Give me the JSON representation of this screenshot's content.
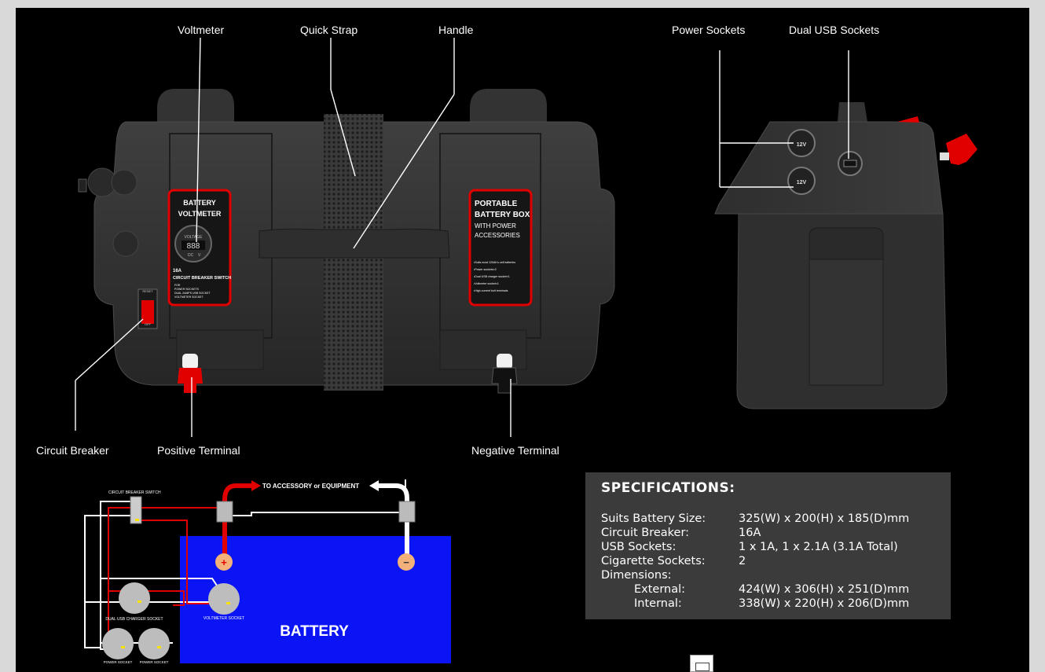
{
  "callouts": {
    "voltmeter": "Voltmeter",
    "quick_strap": "Quick Strap",
    "handle": "Handle",
    "power_sockets": "Power Sockets",
    "dual_usb_sockets": "Dual USB Sockets",
    "circuit_breaker": "Circuit Breaker",
    "positive_terminal": "Positive Terminal",
    "negative_terminal": "Negative Terminal"
  },
  "left_panel": {
    "line1": "BATTERY",
    "line2": "VOLTMETER",
    "meter_top": "VOLTAGE",
    "meter_digits": "888",
    "meter_dc": "DC",
    "meter_v": "V",
    "amp": "16A",
    "cb": "CIRCUIT BREAKER SWITCH",
    "s1": "FOR",
    "s2": "POWER SOCKETS",
    "s3": "DUAL 2AMPS USB SOCKET",
    "s4": "VOLTMETER SOCKET",
    "reset": "RESET",
    "off": "OFF"
  },
  "right_panel": {
    "line1": "PORTABLE",
    "line2": "BATTERY BOX",
    "line3": "WITH POWER",
    "line4": "ACCESSORIES",
    "b1": "•Suits most 120Ah's cell batteries",
    "b2": "•Power sockets×2",
    "b3": "•Dual USB charger socket×1",
    "b4": "•Voltmeter socket×1",
    "b5": "•High-current bolt terminals"
  },
  "socket_label": "12V",
  "wiring": {
    "breaker_switch": "CIRCUIT BREAKER SWITCH",
    "to_accessory": "TO ACCESSORY or EQUIPMENT",
    "usb_socket": "DUAL USB CHARGER SOCKET",
    "voltmeter_socket": "VOLTMETER SOCKET",
    "power_socket_1": "POWER SOCKET",
    "power_socket_2": "POWER SOCKET",
    "battery": "BATTERY",
    "plus": "+",
    "minus": "−"
  },
  "specifications": {
    "title": "SPECIFICATIONS:",
    "rows": [
      {
        "label": "Suits Battery Size:",
        "value": "325(W) x 200(H) x 185(D)mm"
      },
      {
        "label": "Circuit Breaker:",
        "value": "16A"
      },
      {
        "label": "USB Sockets:",
        "value": "1 x 1A, 1 x 2.1A (3.1A Total)"
      },
      {
        "label": "Cigarette Sockets:",
        "value": "2"
      },
      {
        "label": "Dimensions:",
        "value": ""
      },
      {
        "label": "External:",
        "value": "424(W) x 306(H) x 251(D)mm"
      },
      {
        "label": "Internal:",
        "value": "338(W) x 220(H) x 206(D)mm"
      }
    ]
  },
  "colors": {
    "background": "#000000",
    "battery_blue": "#0a14f5",
    "panel_red": "#e00000",
    "wire_red": "#e00000",
    "wire_white": "#ffffff",
    "spec_panel": "#3b3b3b"
  }
}
